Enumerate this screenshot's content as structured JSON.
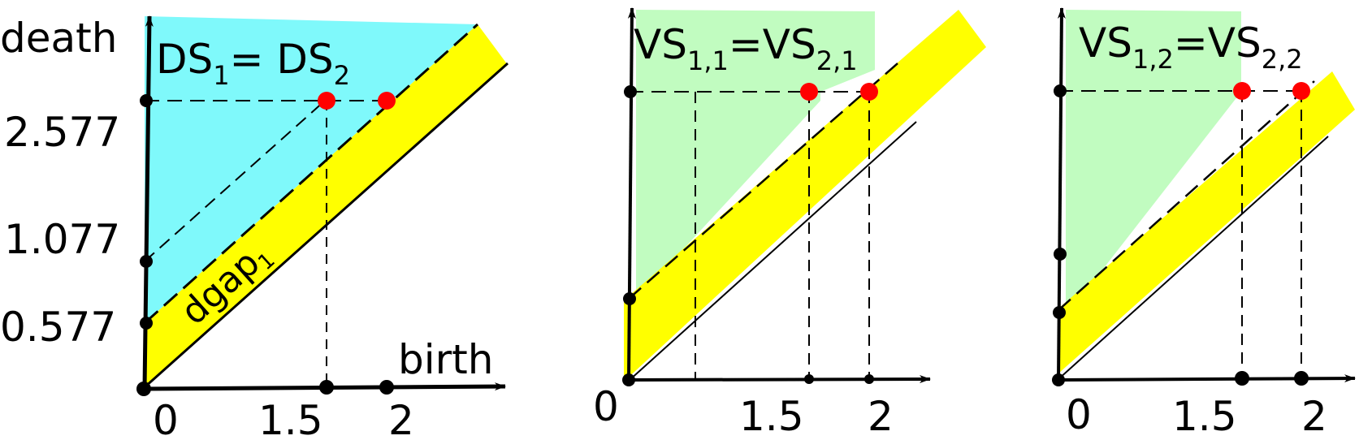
{
  "panels": [
    {
      "id": "panel-1",
      "title": {
        "lhs": "DS",
        "lhs_sub": "1",
        "op": "= ",
        "rhs": "DS",
        "rhs_sub": "2"
      },
      "region_color": "#7ff9fb",
      "ylabel": "death",
      "xlabel": "birth",
      "y_ticks": [
        "2.577",
        "1.077",
        "0.577"
      ],
      "x_ticks": [
        "0",
        "1.5",
        "2"
      ],
      "band_label": {
        "text": "dgap",
        "sub": "1"
      }
    },
    {
      "id": "panel-2",
      "title": {
        "lhs": "VS",
        "lhs_sub": "1,1",
        "op": "=",
        "rhs": "VS",
        "rhs_sub": "2,1"
      },
      "region_color": "#c1fcc0",
      "x_ticks": [
        "0",
        "1.5",
        "2"
      ]
    },
    {
      "id": "panel-3",
      "title": {
        "lhs": "VS",
        "lhs_sub": "1,2",
        "op": "=",
        "rhs": "VS",
        "rhs_sub": "2,2"
      },
      "region_color": "#c1fcc0",
      "x_ticks": [
        "0",
        "1.5",
        "2"
      ]
    }
  ],
  "colors": {
    "band": "#ffff00",
    "point": "#ff0000",
    "axis": "#000000"
  }
}
